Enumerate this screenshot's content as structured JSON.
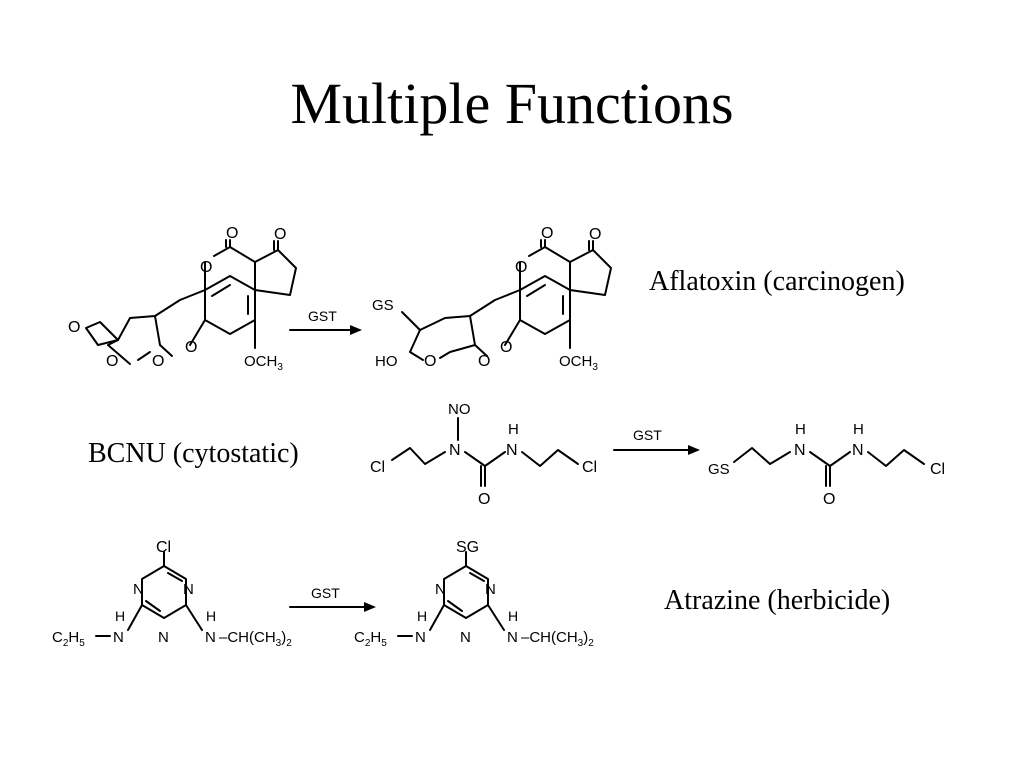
{
  "title": "Multiple Functions",
  "labels": {
    "aflatoxin": "Aflatoxin (carcinogen)",
    "bcnu": "BCNU (cytostatic)",
    "atrazine": "Atrazine (herbicide)"
  },
  "arrow_label": "GST",
  "atoms": {
    "O": "O",
    "H": "H",
    "N": "N",
    "Cl": "Cl",
    "GS": "GS",
    "SG": "SG",
    "HO": "HO",
    "NO": "NO",
    "OCH3_main": "OCH",
    "OCH3_sub": "3",
    "C2H5_C": "C",
    "C2H5_2": "2",
    "C2H5_H": "H",
    "C2H5_5": "5",
    "iPr_main": "–CH(CH",
    "iPr_sub": "3",
    "iPr_end": ")",
    "iPr_sub2": "2"
  }
}
